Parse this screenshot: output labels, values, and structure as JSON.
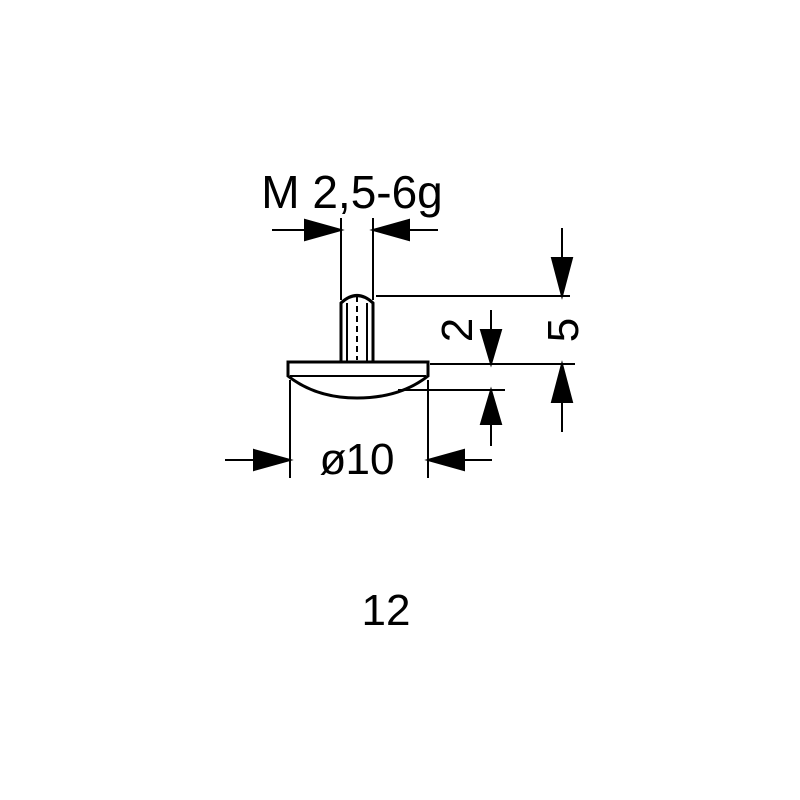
{
  "dimensions": {
    "thread": "M 2,5-6g",
    "diameter_symbol": "ø",
    "diameter_value": "10",
    "height_small": "2",
    "height_total": "5"
  },
  "figure_number": "12",
  "colors": {
    "line": "#000000",
    "background": "#ffffff"
  }
}
